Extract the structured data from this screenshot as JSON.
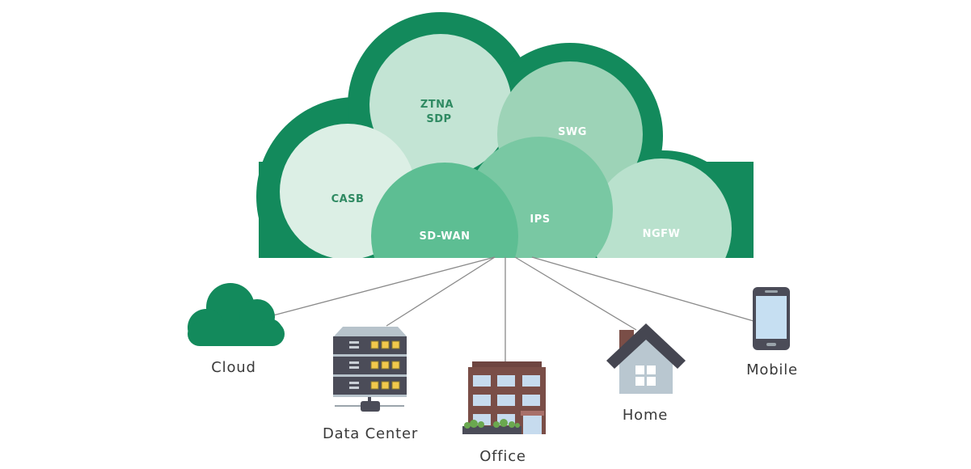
{
  "colors": {
    "cloud_outline": "#138a5c",
    "bubble_ztna": "#c3e4d4",
    "bubble_casb": "#dcefe5",
    "bubble_swg": "#9dd3b7",
    "bubble_ngfw": "#b9e1cd",
    "bubble_ips": "#79c8a3",
    "bubble_sdwan": "#5dbe93",
    "label_dark": "#2f8a62",
    "label_light": "#ffffff",
    "connector": "#8a8a8a",
    "endpoint_text": "#3a3a3a",
    "device_dark": "#4b4c58",
    "building": "#7a4e47",
    "window": "#c6dbee",
    "house_roof": "#454651",
    "house_wall": "#b9c7d0"
  },
  "security_cloud": {
    "services": [
      {
        "id": "ztna",
        "lines": [
          "ZTNA",
          "SDP"
        ]
      },
      {
        "id": "casb",
        "lines": [
          "CASB"
        ]
      },
      {
        "id": "swg",
        "lines": [
          "SWG"
        ]
      },
      {
        "id": "ips",
        "lines": [
          "IPS"
        ]
      },
      {
        "id": "sdwan",
        "lines": [
          "SD-WAN"
        ]
      },
      {
        "id": "ngfw",
        "lines": [
          "NGFW"
        ]
      }
    ]
  },
  "endpoints": [
    {
      "id": "cloud",
      "label": "Cloud",
      "icon": "cloud-icon"
    },
    {
      "id": "data-center",
      "label": "Data Center",
      "icon": "server-rack-icon"
    },
    {
      "id": "office",
      "label": "Office",
      "icon": "office-building-icon"
    },
    {
      "id": "home",
      "label": "Home",
      "icon": "house-icon"
    },
    {
      "id": "mobile",
      "label": "Mobile",
      "icon": "smartphone-icon"
    }
  ]
}
